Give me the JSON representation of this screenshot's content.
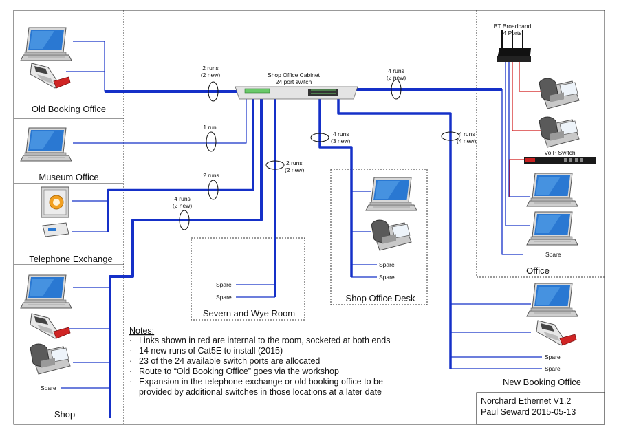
{
  "rooms": {
    "old_booking": "Old Booking Office",
    "museum": "Museum Office",
    "telephone": "Telephone Exchange",
    "shop": "Shop",
    "severn": "Severn and Wye Room",
    "shop_desk": "Shop Office Desk",
    "office": "Office",
    "new_booking": "New Booking Office"
  },
  "cabinet": {
    "line1": "Shop Office Cabinet",
    "line2": "24 port switch"
  },
  "router": {
    "line1": "BT Broadband",
    "line2": "(4 Ports)"
  },
  "voip_switch": "VoIP Switch",
  "runs": {
    "old_booking": {
      "a": "2 runs",
      "b": "(2 new)"
    },
    "museum": {
      "a": "1 run"
    },
    "telephone": {
      "a": "2 runs"
    },
    "shop": {
      "a": "4 runs",
      "b": "(2 new)"
    },
    "severn": {
      "a": "2 runs",
      "b": "(2 new)"
    },
    "desk": {
      "a": "4 runs",
      "b": "(3 new)"
    },
    "office": {
      "a": "4 runs",
      "b": "(2 new)"
    },
    "new_booking": {
      "a": "4 runs",
      "b": "(4 new)"
    }
  },
  "spare_label": "Spare",
  "notes": {
    "heading": "Notes:",
    "items": [
      "Links shown in red are internal to the room, socketed at both ends",
      "14 new runs of Cat5E to install (2015)",
      "23 of the 24 available switch ports are allocated",
      "Route to “Old Booking Office” goes via the workshop",
      "Expansion in the telephone exchange or old booking office to be",
      "provided by additional switches in those locations at a later date"
    ]
  },
  "title_block": {
    "line1": "Norchard Ethernet V1.2",
    "line2": "Paul Seward 2015-05-13"
  },
  "colors": {
    "cable": "#1530c8",
    "internal": "#d01818",
    "border": "#333333"
  }
}
